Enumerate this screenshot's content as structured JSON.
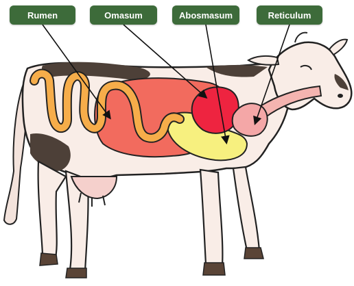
{
  "labels": {
    "rumen": "Rumen",
    "omasum": "Omasum",
    "abomasum": "Abosmasum",
    "reticulum": "Reticulum"
  },
  "colors": {
    "label_bg": "#3d6b3a",
    "rumen": "#f26b5e",
    "omasum": "#f7f07f",
    "abomasum": "#ee2440",
    "reticulum": "#f4a7a7",
    "intestine": "#f6ad4a",
    "hide_pink": "#f9ede7",
    "spots": "#4d4038"
  }
}
